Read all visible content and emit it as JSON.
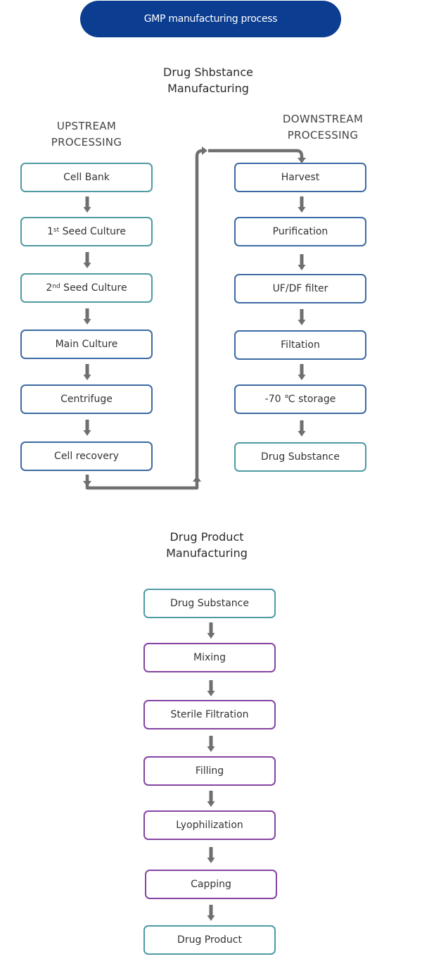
{
  "header": {
    "title": "GMP manufacturing process"
  },
  "substance": {
    "title_line1": "Drug Shbstance",
    "title_line2": "Manufacturing",
    "upstream_line1": "UPSTREAM",
    "upstream_line2": "PROCESSING",
    "downstream_line1": "DOWNSTREAM",
    "downstream_line2": "PROCESSING",
    "upstream_steps": [
      {
        "prefix": "",
        "sup": "",
        "label": "Cell Bank",
        "color": "#4f9aa3"
      },
      {
        "prefix": "1",
        "sup": "st",
        "label": " Seed Culture",
        "color": "#4f9aa3"
      },
      {
        "prefix": "2",
        "sup": "nd",
        "label": " Seed Culture",
        "color": "#4f9aa3"
      },
      {
        "prefix": "",
        "sup": "",
        "label": "Main Culture",
        "color": "#3c6aa3"
      },
      {
        "prefix": "",
        "sup": "",
        "label": "Centrifuge",
        "color": "#3c6aa3"
      },
      {
        "prefix": "",
        "sup": "",
        "label": "Cell recovery",
        "color": "#3c6aa3"
      }
    ],
    "downstream_steps": [
      {
        "label": "Harvest",
        "color": "#3c6aa3"
      },
      {
        "label": "Purification",
        "color": "#3c6aa3"
      },
      {
        "label": "UF/DF filter",
        "color": "#3c6aa3"
      },
      {
        "label": "Filtation",
        "color": "#3c6aa3"
      },
      {
        "label": "-70 ℃ storage",
        "color": "#3c6aa3"
      },
      {
        "label": "Drug Substance",
        "color": "#4f9aa3"
      }
    ]
  },
  "product": {
    "title_line1": "Drug Product",
    "title_line2": "Manufacturing",
    "steps": [
      {
        "label": "Drug Substance",
        "color": "#4f9aa3"
      },
      {
        "label": "Mixing",
        "color": "#8544a2"
      },
      {
        "label": "Sterile Filtration",
        "color": "#8544a2"
      },
      {
        "label": "Filling",
        "color": "#8544a2"
      },
      {
        "label": "Lyophilization",
        "color": "#8544a2"
      },
      {
        "label": "Capping",
        "color": "#8544a2"
      },
      {
        "label": "Drug Product",
        "color": "#4f9aa3"
      }
    ]
  },
  "colors": {
    "header_bg": "#0b3d91",
    "arrow": "#6f6f6f"
  }
}
